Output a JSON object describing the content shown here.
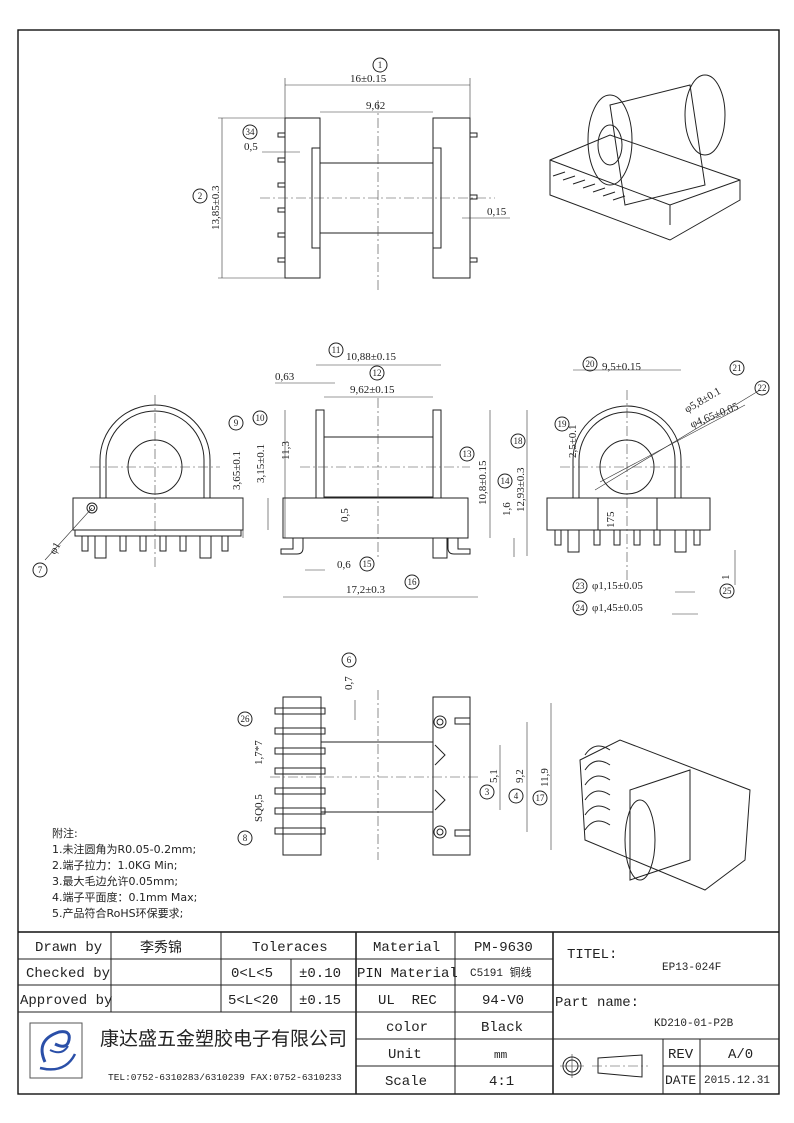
{
  "balloons": [
    "1",
    "2",
    "34",
    "7",
    "9",
    "10",
    "11",
    "12",
    "13",
    "14",
    "15",
    "16",
    "18",
    "19",
    "20",
    "21",
    "22",
    "23",
    "24",
    "25",
    "6",
    "26",
    "3",
    "4",
    "17",
    "8"
  ],
  "dims": {
    "top_width": "16±0.15",
    "top_core": "9,62",
    "top_height": "13,85±0.3",
    "top_pin_gap": "0,5",
    "top_offset": "0,15",
    "end_pin_dia": "φ1",
    "h_365": "3,65±0.1",
    "h_315": "3,15±0.1",
    "h_113": "11,3",
    "w_1088": "10,88±0.15",
    "w_063": "0,63",
    "w_962": "9,62±0.15",
    "h_108": "10,8±0.15",
    "h_16": "1,6",
    "h_1293": "12,93±0.3",
    "h_05": "0,5",
    "w_06": "0,6",
    "w_172": "17,2±0.3",
    "w_95": "9,5±0.15",
    "d_58": "φ5,8±0.1",
    "d_465": "φ4,65±0.05",
    "h_25": "2,5±0.1",
    "h_175": "175",
    "d_115": "φ1,15±0.05",
    "d_145": "φ1,45±0.05",
    "h_1": "1",
    "b_07": "0,7",
    "b_pitch": "1,7*7",
    "b_sq": "SQ0,5",
    "b_51": "5,1",
    "b_92": "9,2",
    "b_119": "11,9"
  },
  "notes": {
    "heading": "附注:",
    "items": [
      "1.未注圆角为R0.05-0.2mm;",
      "2.端子拉力：1.0KG Min;",
      "3.最大毛边允许0.05mm;",
      "4.端子平面度：0.1mm Max;",
      "5.产品符合RoHS环保要求;"
    ]
  },
  "title_block": {
    "drawn_by_label": "Drawn by",
    "drawn_by": "李秀锦",
    "checked_by_label": "Checked by",
    "checked_by": "",
    "approved_by_label": "Approved by",
    "approved_by": "",
    "tolerances_label": "Toleraces",
    "tol1_range": "0<L<5",
    "tol1_value": "±0.10",
    "tol2_range": "5<L<20",
    "tol2_value": "±0.15",
    "company": "康达盛五金塑胶电子有限公司",
    "contact": "TEL:0752-6310283/6310239  FAX:0752-6310233",
    "material_label": "Material",
    "material": "PM-9630",
    "pin_material_label": "PIN Material",
    "pin_material": "C5191 铜线",
    "ul_label": "UL  REC",
    "ul": "94-V0",
    "color_label": "color",
    "color": "Black",
    "unit_label": "Unit",
    "unit": "mm",
    "scale_label": "Scale",
    "scale": "4:1",
    "title_label": "TITEL:",
    "title": "EP13-024F",
    "part_name_label": "Part name:",
    "part_name": "KD210-01-P2B",
    "rev_label": "REV",
    "rev": "A/0",
    "date_label": "DATE",
    "date": "2015.12.31"
  },
  "colors": {
    "line": "#222222",
    "logo": "#2a4fa8"
  }
}
